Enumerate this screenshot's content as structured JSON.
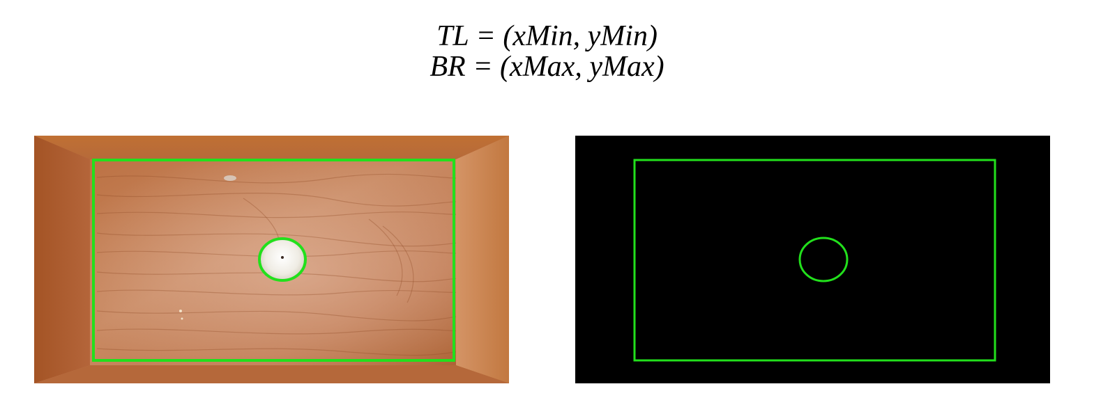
{
  "equations": {
    "tl": "TL = (xMin, yMin)",
    "br": "BR = (xMax, yMax)"
  },
  "panels": {
    "photo": {
      "description_icon": "wood-drawer-photo",
      "bounding_box_color": "#22e01c",
      "object": "white-cup-top-view"
    },
    "mask": {
      "background_color": "#000000",
      "bounding_box_color": "#22e01c"
    }
  }
}
